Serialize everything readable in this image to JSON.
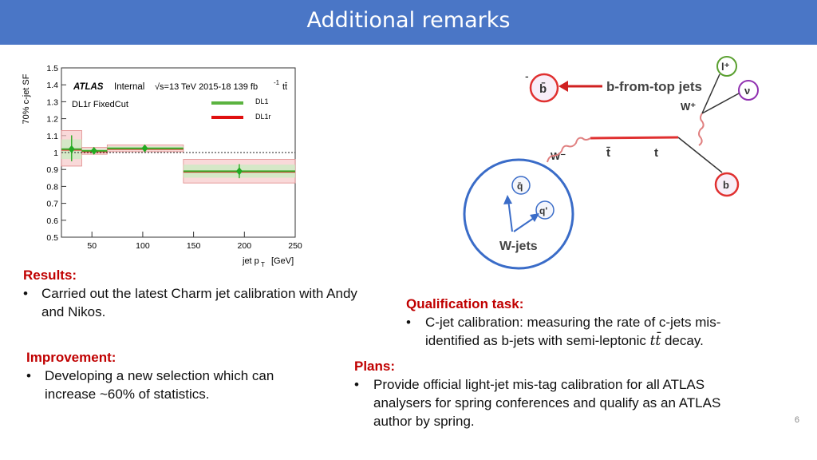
{
  "slide": {
    "title": "Additional remarks",
    "page_number": "6"
  },
  "plot": {
    "ylabel": "70% c-jet SF",
    "xlabel_main": "jet p",
    "xlabel_sub": "T",
    "xlabel_unit": "[GeV]",
    "atlas_label": "ATLAS",
    "internal_label": "Internal",
    "energy_label": "√s=13 TeV  2015-18  139 fb",
    "lumi_exp": "-1",
    "process_label": "tt̄",
    "tagger_label": "DL1r FixedCut",
    "legend": [
      {
        "name": "DL1",
        "color": "#5bb340"
      },
      {
        "name": "DL1r",
        "color": "#e01010"
      }
    ],
    "yticks": [
      "0.5",
      "0.6",
      "0.7",
      "0.8",
      "0.9",
      "1",
      "1.1",
      "1.2",
      "1.3",
      "1.4",
      "1.5"
    ],
    "xticks": [
      "50",
      "100",
      "150",
      "200",
      "250"
    ]
  },
  "chart_data": {
    "type": "scatter",
    "xlabel": "jet pT [GeV]",
    "ylabel": "70% c-jet SF",
    "xlim": [
      20,
      250
    ],
    "ylim": [
      0.5,
      1.5
    ],
    "bins": [
      {
        "xlow": 20,
        "xhigh": 40,
        "x": 30,
        "y": 1.02,
        "err_lo": 0.92,
        "err_hi": 1.13
      },
      {
        "xlow": 40,
        "xhigh": 65,
        "x": 52,
        "y": 1.01,
        "err_lo": 0.99,
        "err_hi": 1.03
      },
      {
        "xlow": 65,
        "xhigh": 140,
        "x": 102,
        "y": 1.025,
        "err_lo": 1.005,
        "err_hi": 1.045
      },
      {
        "xlow": 140,
        "xhigh": 250,
        "x": 195,
        "y": 0.89,
        "err_lo": 0.82,
        "err_hi": 0.96
      }
    ],
    "reference_line": 1.0
  },
  "diagram": {
    "b_from_top": "b-from-top jets",
    "w_jets": "W-jets",
    "b_bar": "b̄",
    "b": "b",
    "l_plus": "l⁺",
    "nu": "ν",
    "w_plus": "W⁺",
    "w_minus": "W⁻",
    "t_bar": "t̄",
    "t": "t",
    "q_bar": "q̄",
    "q_prime": "q'"
  },
  "sections": {
    "results": {
      "heading": "Results:",
      "items": [
        "Carried out the latest Charm jet calibration with Andy and Nikos."
      ]
    },
    "improvement": {
      "heading": "Improvement:",
      "items": [
        "Developing a new selection which can increase ~60% of statistics."
      ]
    },
    "qualification": {
      "heading": "Qualification task:",
      "item_part1": "C-jet calibration: measuring the rate of c-jets mis-identified as b-jets with semi-leptonic ",
      "item_math": "tt̄",
      "item_part2": " decay."
    },
    "plans": {
      "heading": "Plans:",
      "items": [
        "Provide official light-jet mis-tag calibration for all ATLAS analysers  for spring conferences and qualify as an ATLAS author by spring."
      ]
    }
  }
}
